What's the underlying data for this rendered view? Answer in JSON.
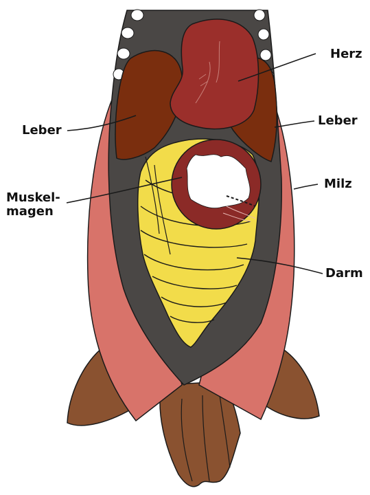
{
  "labels": {
    "herz": "Herz",
    "leber_left": "Leber",
    "leber_right": "Leber",
    "muskelmagen": "Muskel-\nmagen",
    "milz": "Milz",
    "darm": "Darm"
  },
  "colors": {
    "body_cavity": "#4a4745",
    "body_wall": "#d8736a",
    "heart": "#9b2f2b",
    "liver": "#7a2e0e",
    "gizzard_ring": "#8b2a27",
    "gizzard_inner": "#ffffff",
    "intestine": "#f2dc4a",
    "legs": "#8a5230",
    "ribs": "#ffffff",
    "outline": "#1a1a1a"
  }
}
